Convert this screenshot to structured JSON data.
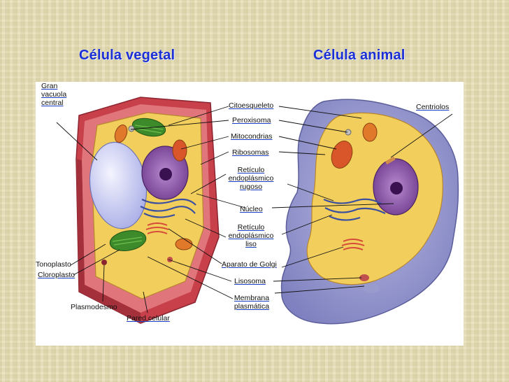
{
  "titles": {
    "plant": "Célula vegetal",
    "animal": "Célula animal"
  },
  "labels": {
    "gran_vacuola": [
      "Gran",
      "vacuola",
      "central"
    ],
    "citoesqueleto": "Citoesqueleto",
    "peroxisoma": "Peroxisoma",
    "mitocondrias": "Mitocondrias",
    "ribosomas": "Ribosomas",
    "reticulo_rugoso": [
      "Retículo",
      "endoplásmico",
      "rugoso"
    ],
    "nucleo": "Núcleo",
    "reticulo_liso": [
      "Retículo",
      "endoplásmico",
      "liso"
    ],
    "aparato_golgi": "Aparato de Golgi",
    "lisosoma": "Lisosoma",
    "membrana": [
      "Membrana",
      "plasmática"
    ],
    "centriolos": "Centriolos",
    "tonoplasto": "Tonoplasto",
    "cloroplasto": "Cloroplasto",
    "plasmodesmo": "Plasmodesmo",
    "pared_celular": "Pared celular"
  },
  "colors": {
    "title": "#1a2fd6",
    "cell_wall": "#c8404a",
    "cytoplasm": "#f2cf5c",
    "vacuole": "#c9cdf2",
    "chloroplast": "#3d8a2a",
    "nucleus": "#8a4fa8",
    "animal_membrane": "#8e90c8"
  }
}
